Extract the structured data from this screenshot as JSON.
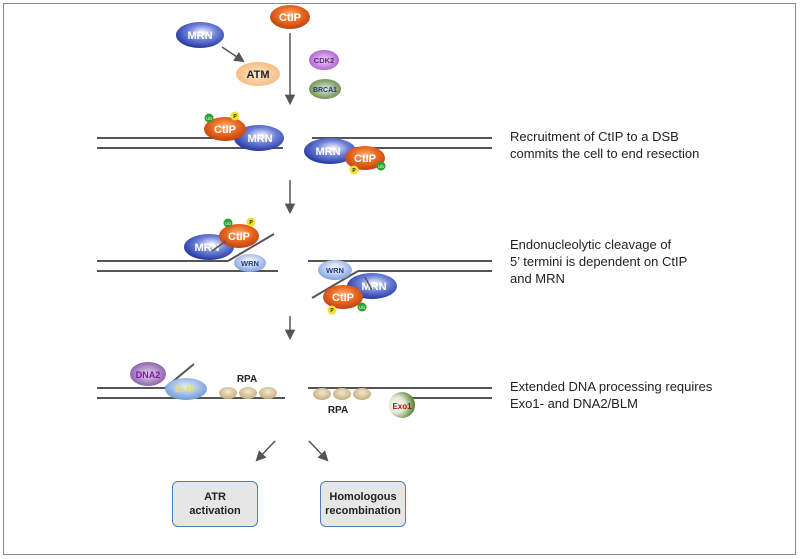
{
  "proteins": {
    "mrn": "MRN",
    "ctip": "CtIP",
    "atm": "ATM",
    "cdk2": "CDK2",
    "brca1": "BRCA1",
    "wrn": "WRN",
    "dna2": "DNA2",
    "blm": "BLM",
    "rpa": "RPA",
    "exo1": "Exo1",
    "ub": "Ub",
    "p": "P"
  },
  "steps": [
    {
      "line1": "Recruitment of CtIP to a DSB",
      "line2": "commits the cell to end resection",
      "line3": ""
    },
    {
      "line1": "Endonucleolytic cleavage of",
      "line2": "5’ termini is dependent on CtIP",
      "line3": "and MRN"
    },
    {
      "line1": "Extended DNA processing requires",
      "line2": "Exo1- and DNA2/BLM",
      "line3": ""
    }
  ],
  "outcomes": [
    {
      "line1": "ATR",
      "line2": "activation"
    },
    {
      "line1": "Homologous",
      "line2": "recombination"
    }
  ],
  "colors": {
    "mrn": "#2438a8",
    "ctip": "#d9531e",
    "atm": "#f4b87a",
    "cdk2": "#a050c0",
    "brca1": "#6b8c4a",
    "wrn": "#8fb0e8",
    "dna2": "#8a5aa8",
    "blm": "#7fa8d8",
    "rpa": "#d8c49a",
    "exo1": "#6a9040",
    "ub": "#2aa030",
    "p": "#f0e030",
    "dna": "#555555",
    "box_border": "#4a7fb8"
  }
}
